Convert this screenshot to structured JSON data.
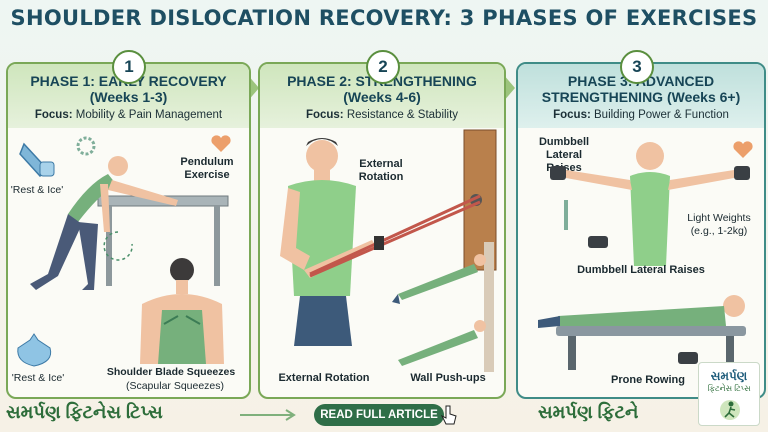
{
  "title": "SHOULDER DISLOCATION RECOVERY: 3 PHASES OF EXERCISES",
  "phases": [
    {
      "number": "1",
      "title": "PHASE 1: EARLY RECOVERY",
      "weeks": "(Weeks 1-3)",
      "focus_label": "Focus:",
      "focus": "Mobility & Pain Management",
      "labels": {
        "rest_ice_top": "'Rest & Ice'",
        "pendulum": "Pendulum Exercise",
        "rest_ice_bottom": "'Rest & Ice'",
        "squeeze": "Shoulder Blade Squeezes",
        "squeeze_sub": "(Scapular Squeezes)"
      }
    },
    {
      "number": "2",
      "title": "PHASE 2: STRENGTHENING",
      "weeks": "(Weeks 4-6)",
      "focus_label": "Focus:",
      "focus": "Resistance & Stability",
      "labels": {
        "ext_rot_top": "External Rotation",
        "ext_rot_bottom": "External Rotation",
        "pushups": "Wall Push-ups"
      }
    },
    {
      "number": "3",
      "title": "PHASE 3: ADVANCED",
      "weeks": "STRENGTHENING (Weeks 6+)",
      "focus_label": "Focus:",
      "focus": "Building Power & Function",
      "labels": {
        "dumbbell_top": "Dumbbell Lateral Raises",
        "light_weights": "Light Weights (e.g., 1-2kg)",
        "dumbbell_bottom": "Dumbbell Lateral Raises",
        "prone": "Prone Rowing"
      }
    }
  ],
  "footer": {
    "gujarati_left": "સમર્પણ ફિટનેસ ટિપ્સ",
    "button": "READ FULL ARTICLE",
    "gujarati_right": "સમર્પણ ફિટને"
  },
  "logo": {
    "name": "સમર્પણ",
    "tagline": "ફિટનેસ ટિપ્સ"
  },
  "colors": {
    "title": "#1e4f63",
    "phase12_border": "#7aa857",
    "phase3_border": "#3f8c87",
    "button": "#2f6e48"
  }
}
